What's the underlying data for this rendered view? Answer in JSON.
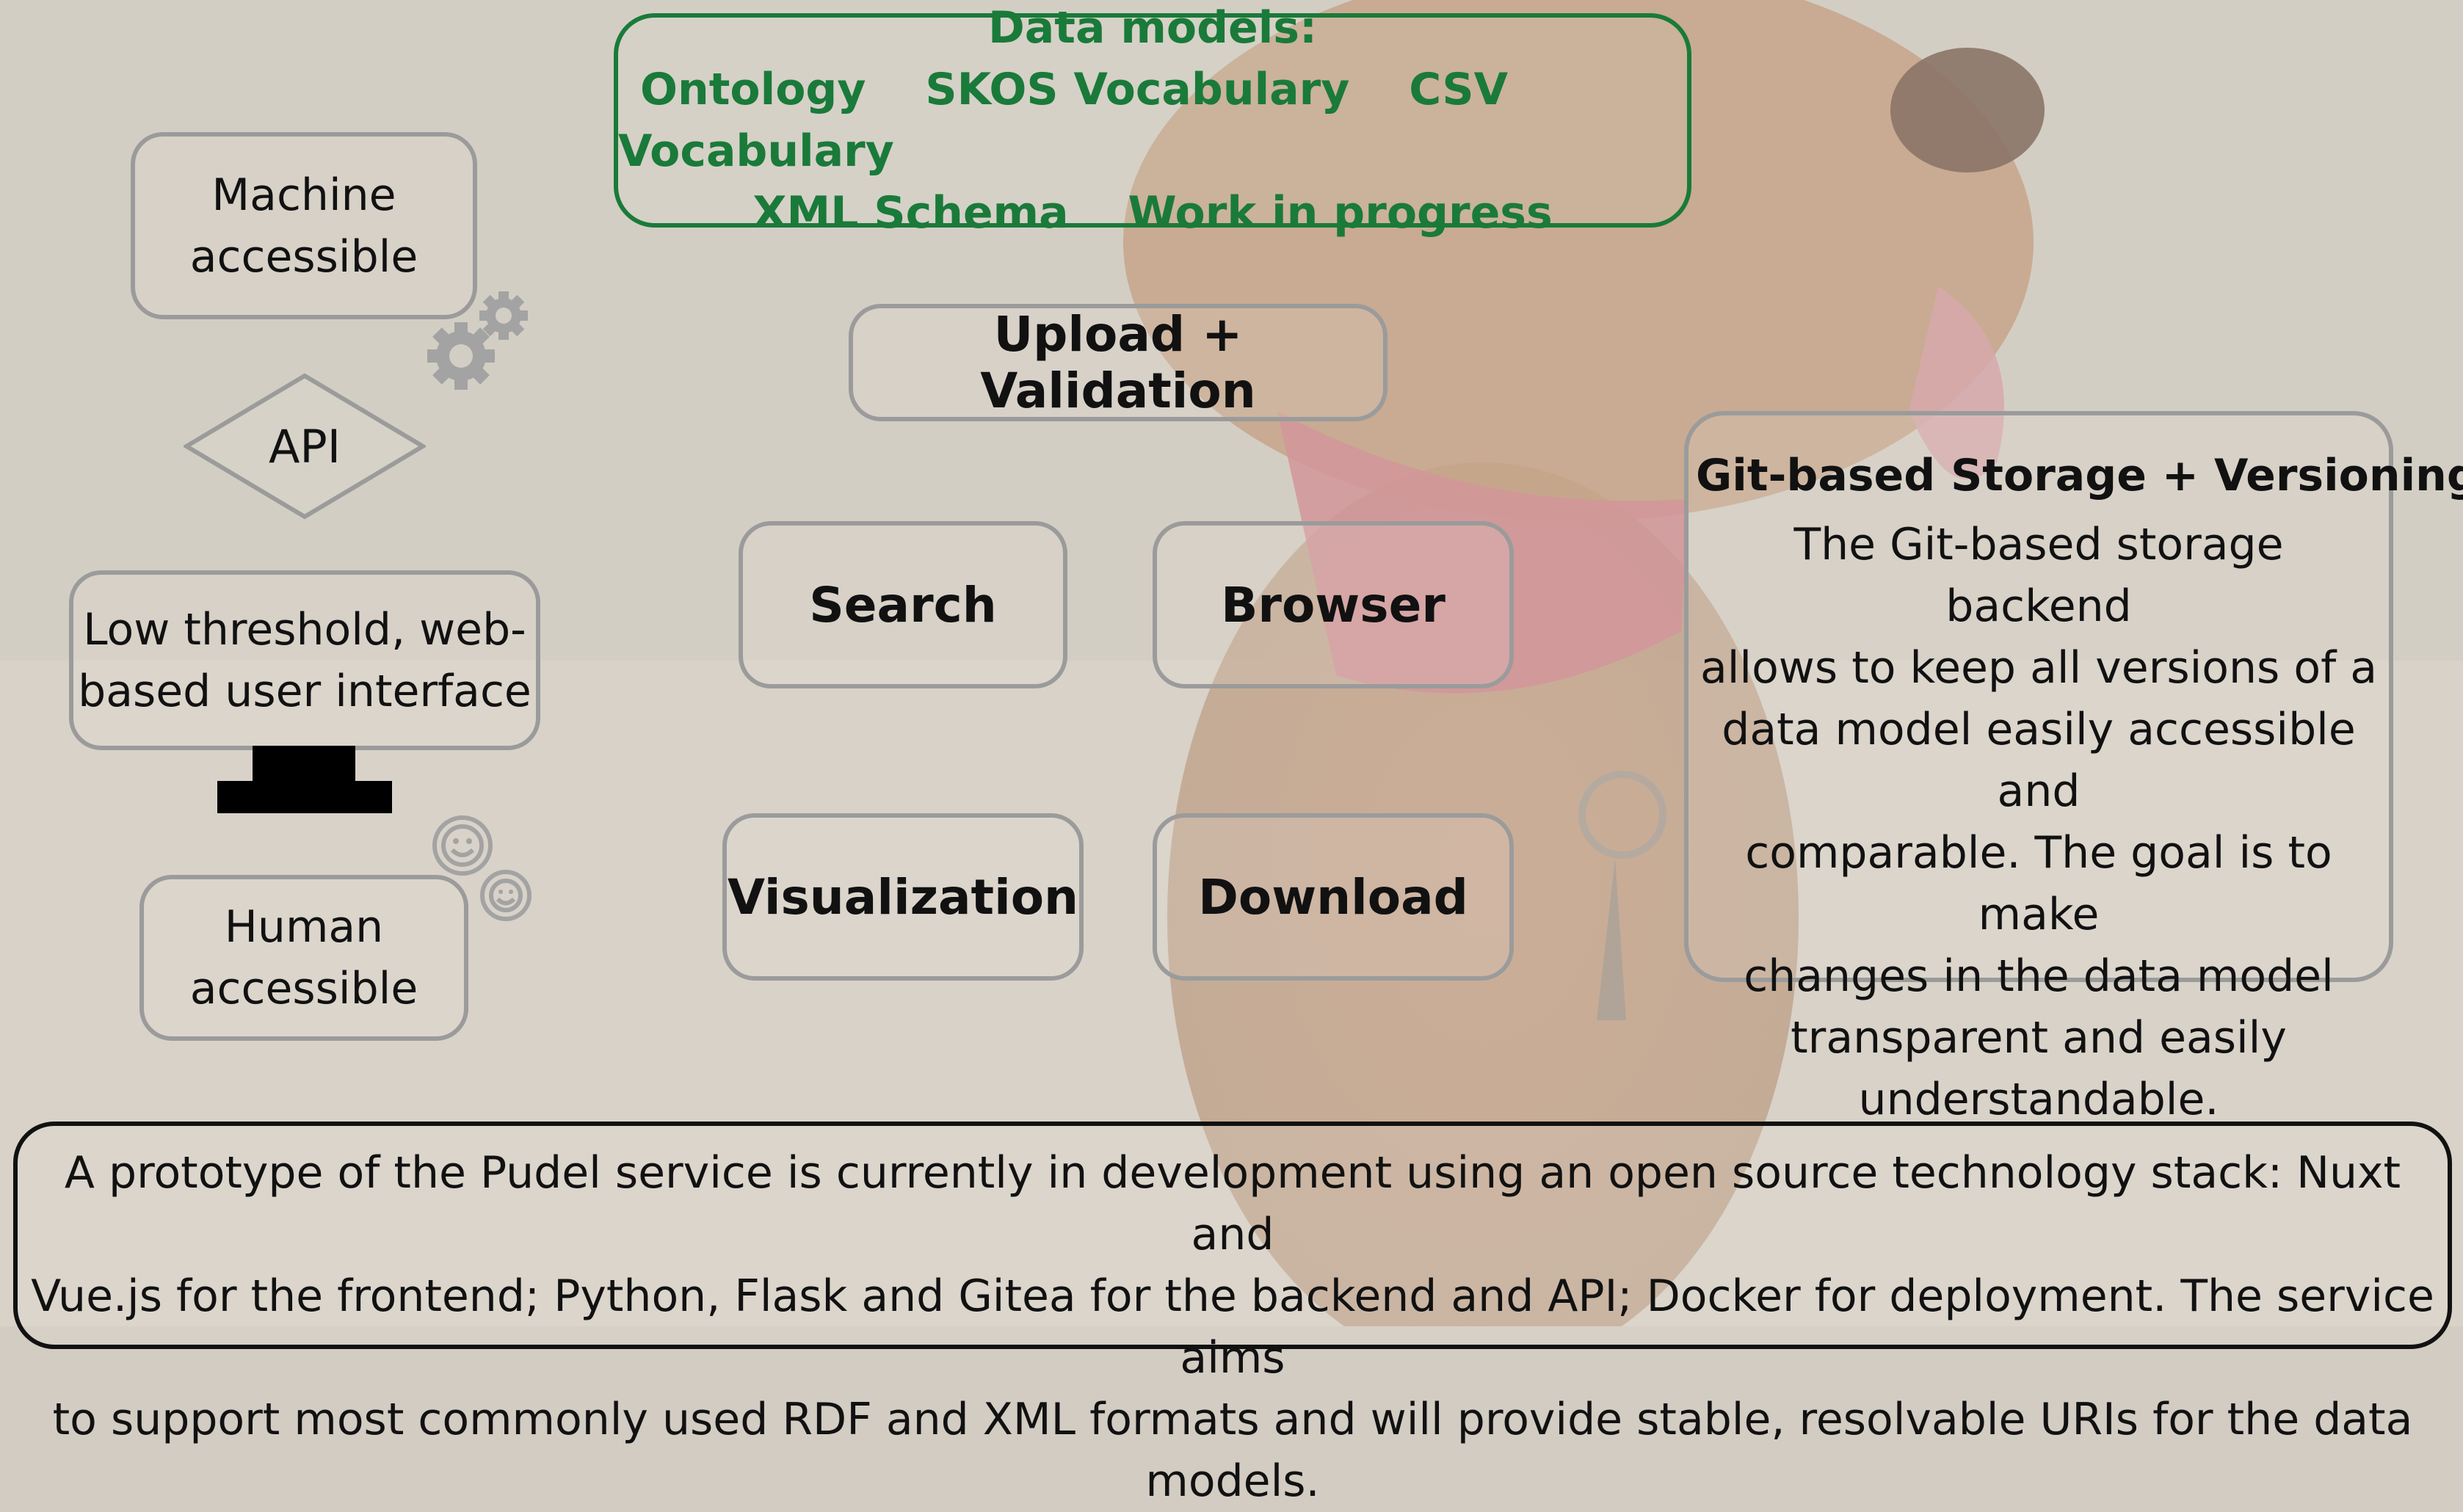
{
  "data_models": {
    "heading": "Data models:",
    "row1": [
      "Ontology",
      "SKOS Vocabulary",
      "CSV Vocabulary"
    ],
    "row2": [
      "XML Schema",
      "Work in progress"
    ]
  },
  "left": {
    "machine_accessible": [
      "Machine",
      "accessible"
    ],
    "api": "API",
    "web_ui": [
      "Low threshold, web-",
      "based user interface"
    ],
    "human_accessible": [
      "Human",
      "accessible"
    ]
  },
  "center": {
    "upload": "Upload + Validation",
    "search": "Search",
    "browser": "Browser",
    "visualization": "Visualization",
    "download": "Download"
  },
  "git": {
    "title": "Git-based Storage + Versioning",
    "lines": [
      "The Git-based storage backend",
      "allows to keep all versions of a",
      "data model easily accessible and",
      "comparable. The goal is to make",
      "changes in the data model",
      "transparent and easily",
      "understandable."
    ]
  },
  "footer": {
    "lines": [
      "A prototype of the Pudel service is currently in development using an open source technology stack: Nuxt and",
      "Vue.js for the frontend; Python, Flask and Gitea for the backend and API; Docker for deployment. The service aims",
      "to support most commonly used RDF and XML formats and will provide stable, resolvable URIs for the data models."
    ]
  },
  "colors": {
    "green": "#1a7a3a",
    "border_gray": "#9b9b9b",
    "text": "#111111"
  },
  "icons": [
    "gear-icon",
    "smiley-icon",
    "monitor-icon",
    "dog-background-photo"
  ]
}
